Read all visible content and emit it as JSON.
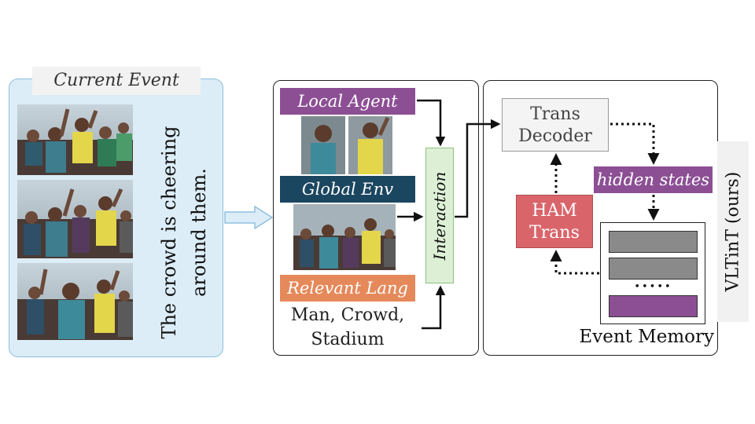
{
  "current_event": {
    "title": "Current Event",
    "caption": "The crowd is cheering around them."
  },
  "encoder": {
    "local_agent": "Local Agent",
    "global_env": "Global Env",
    "relevant_lang": "Relevant Lang",
    "lang_words_line1": "Man, Crowd,",
    "lang_words_line2": "Stadium",
    "interaction": "Interaction"
  },
  "decoder": {
    "trans_decoder_line1": "Trans",
    "trans_decoder_line2": "Decoder",
    "hidden_states": "hidden states",
    "ham_line1": "HAM",
    "ham_line2": "Trans",
    "memory_dots": "•••••",
    "event_memory": "Event Memory"
  },
  "model_name": "VLTinT (ours)",
  "colors": {
    "local_agent": "#8c4f94",
    "global_env": "#1b4660",
    "relevant_lang": "#e5895a",
    "hidden_states": "#8c4f94",
    "ham_trans": "#d9656b",
    "memory_slot": "#8a8a8a",
    "memory_slot_last": "#8c4f94",
    "event_panel": "#dcedf7",
    "interaction": "#ddf0d6"
  }
}
